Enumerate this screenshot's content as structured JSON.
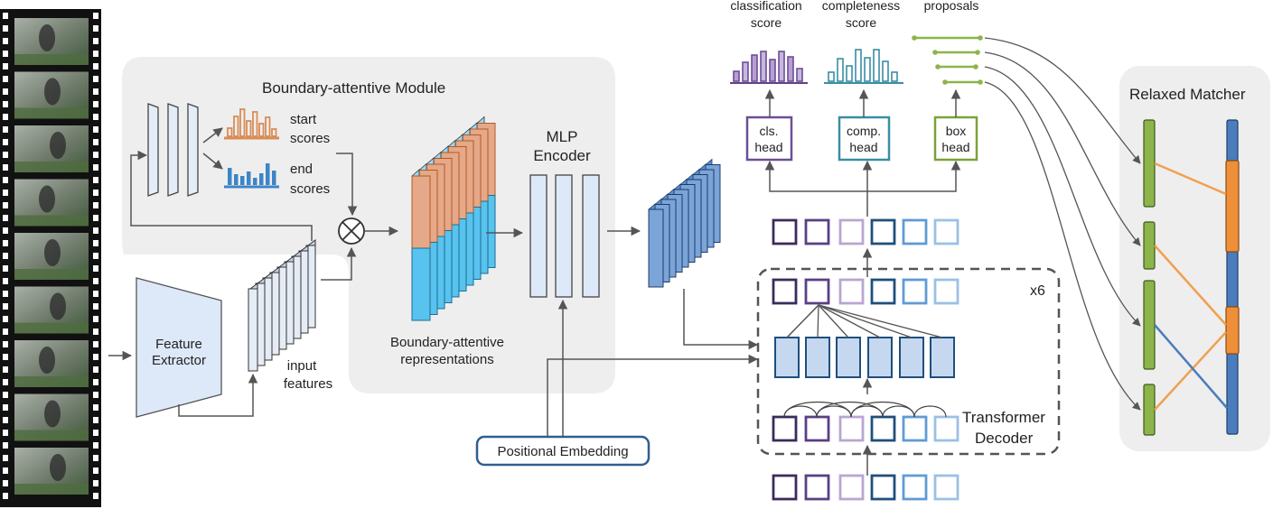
{
  "labels": {
    "boundary_module": "Boundary-attentive Module",
    "start": "start",
    "start_scores": "scores",
    "end": "end",
    "end_scores": "scores",
    "feature_extractor_1": "Feature",
    "feature_extractor_2": "Extractor",
    "input_features_1": "input",
    "input_features_2": "features",
    "bar_1": "Boundary-attentive",
    "bar_2": "representations",
    "mlp_1": "MLP",
    "mlp_2": "Encoder",
    "positional_embedding": "Positional Embedding",
    "classification_1": "classification",
    "classification_2": "score",
    "completeness_1": "completeness",
    "completeness_2": "score",
    "proposals": "proposals",
    "cls_head_1": "cls.",
    "cls_head_2": "head",
    "comp_head_1": "comp.",
    "comp_head_2": "head",
    "box_head_1": "box",
    "box_head_2": "head",
    "repeat": "x6",
    "decoder_1": "Transformer",
    "decoder_2": "Decoder",
    "relaxed_matcher": "Relaxed Matcher"
  },
  "colors": {
    "panel": "#eeeeee",
    "arrow": "#555555",
    "light_blue": "#dde8f8",
    "mid_blue": "#c6d8f0",
    "start_orange": "#d98c55",
    "end_blue": "#3d85c6",
    "rep_orange": "#e5a888",
    "rep_cyan": "#57c3ee",
    "cls_purple": "#7a5f9f",
    "comp_teal": "#3a8ea3",
    "box_green": "#8cb44a",
    "pe_blue": "#2f5f8f",
    "match_orange": "#f0a050",
    "match_blue": "#4a7dbc",
    "query_colors": [
      "#3b2b5e",
      "#5a3f86",
      "#b9a6d3",
      "#1f4f7c",
      "#5f9bd6",
      "#9cc0e4"
    ]
  },
  "icons": {
    "combine": "circled-times-icon",
    "frames": "video-frame-icon"
  }
}
